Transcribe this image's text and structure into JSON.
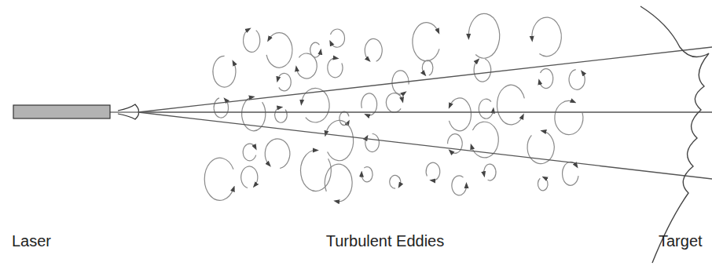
{
  "diagram": {
    "labels": [
      "Laser",
      "Turbulent Eddies",
      "Target"
    ]
  }
}
